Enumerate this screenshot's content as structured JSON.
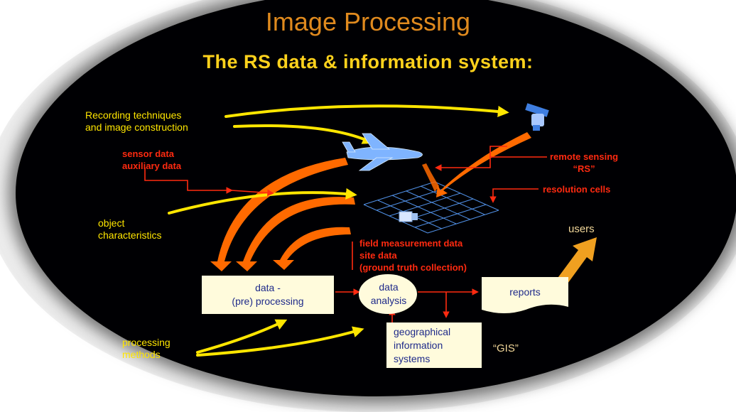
{
  "slide": {
    "title": "Image Processing",
    "subtitle": "The RS data & information system:"
  },
  "labels": {
    "recording": "Recording techniques\nand image construction",
    "sensor_data": "sensor data\nauxiliary data",
    "remote_sensing": "remote sensing\n“RS”",
    "resolution_cells": "resolution cells",
    "object_characteristics": "object\ncharacteristics",
    "field_measurement": "field measurement data\nsite data\n(ground truth collection)",
    "users": "users",
    "processing_methods": "processing\nmethods",
    "gis_quote": "“GIS”"
  },
  "boxes": {
    "data_processing": "data -\n(pre) processing",
    "data_analysis": "data\nanalysis",
    "reports": "reports",
    "gis": "geographical\ninformation\nsystems"
  },
  "colors": {
    "background": "#000003",
    "title": "#e08a1e",
    "subtitle": "#ffd21c",
    "yellow_text": "#ffe600",
    "red_text": "#ff2a10",
    "box_fill": "#fffbdc",
    "box_text": "#1e2a8a",
    "flow_arrow": "#ff6a00",
    "grid": "#5aa0ff"
  },
  "icons": [
    "airplane-icon",
    "satellite-icon",
    "ground-sensor-icon"
  ]
}
